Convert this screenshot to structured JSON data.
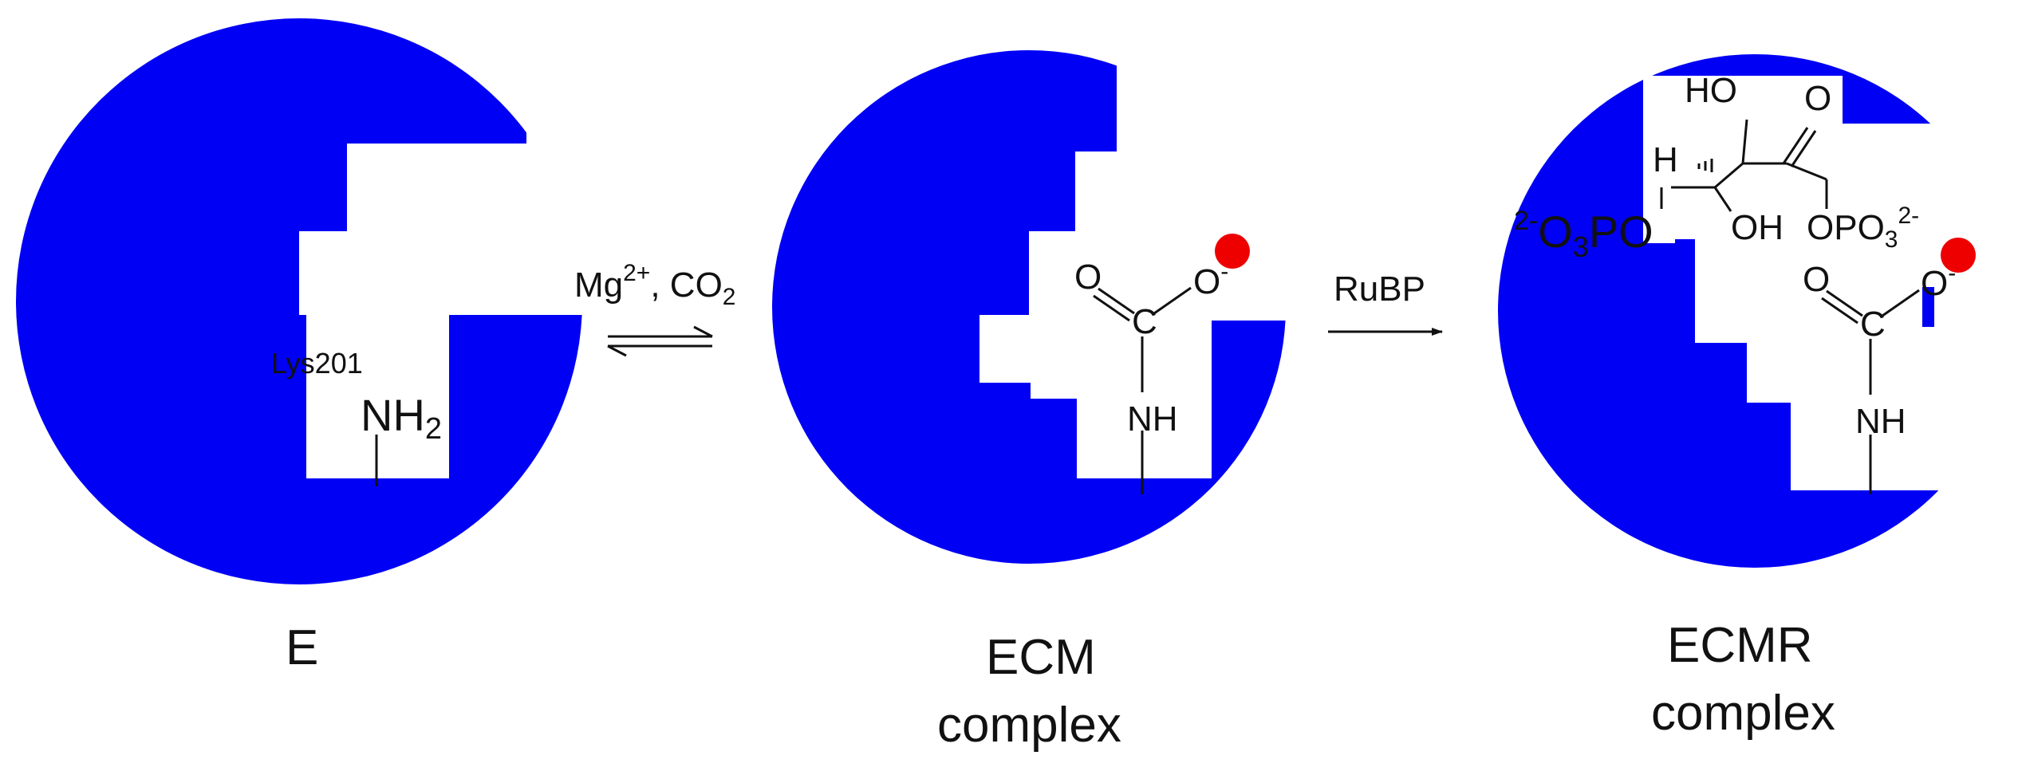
{
  "colors": {
    "enzyme": "#0000f5",
    "metal": "#ee0000",
    "ink": "#111111",
    "background": "#ffffff"
  },
  "states": {
    "e": {
      "caption": "E",
      "residue_label": "Lys201",
      "amine": {
        "base": "NH",
        "sub": "2"
      }
    },
    "ecm": {
      "caption_line1": "ECM",
      "caption_line2": "complex",
      "carbonyl_o": "O",
      "carbon": "C",
      "oxide": {
        "base": "O",
        "sup": "-"
      },
      "nh": "NH"
    },
    "ecmr": {
      "caption_line1": "ECMR",
      "caption_line2": "complex",
      "carbonyl_o": "O",
      "carbon": "C",
      "oxide": {
        "base": "O",
        "sup": "-"
      },
      "nh": "NH",
      "rubp": {
        "ho": "HO",
        "ketone_o": "O",
        "h": "H",
        "oh": "OH",
        "right_phosphate": {
          "a": "OPO",
          "sub": "3",
          "sup": "2-"
        },
        "left_phosphate": {
          "sup": "2-",
          "a": "O",
          "sub": "3",
          "b": "PO"
        }
      }
    }
  },
  "reactions": {
    "step1": {
      "reagent_a": "Mg",
      "reagent_a_sup": "2+",
      "sep": ", CO",
      "reagent_b_sub": "2",
      "arrow": "equilibrium"
    },
    "step2": {
      "reagent": "RuBP",
      "arrow": "forward"
    }
  }
}
